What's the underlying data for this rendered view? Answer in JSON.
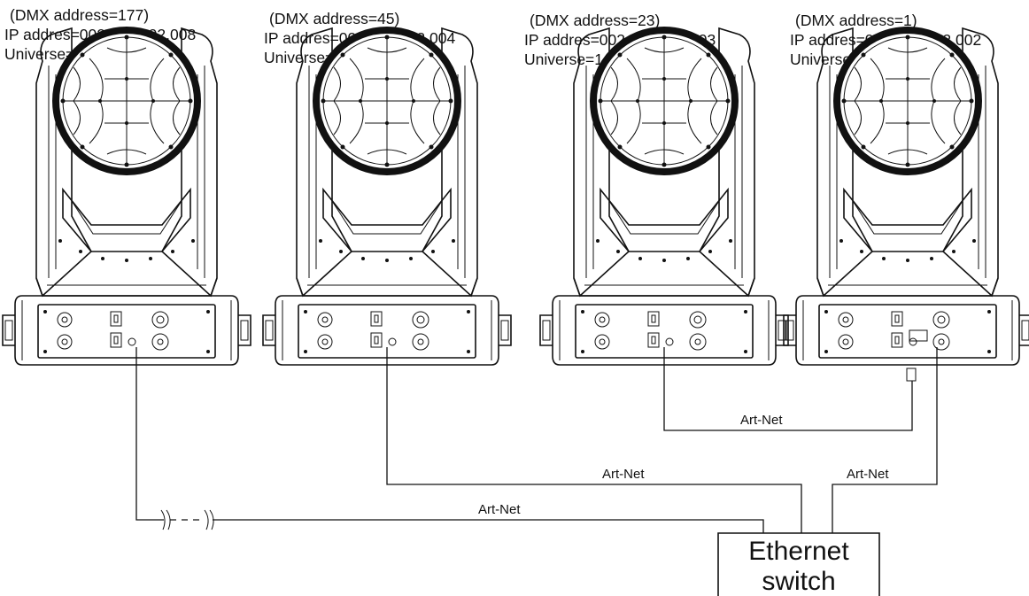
{
  "fixtures": [
    {
      "dmx": "(DMX address=177)",
      "ip": "IP addres=002.168.002.008",
      "universe": "Universe=1"
    },
    {
      "dmx": "(DMX address=45)",
      "ip": "IP addres=002.168.002.004",
      "universe": "Universe=1"
    },
    {
      "dmx": "(DMX address=23)",
      "ip": "IP addres=002.168.002.003",
      "universe": "Universe=1"
    },
    {
      "dmx": "(DMX address=1)",
      "ip": "IP addres=002.168.002.002",
      "universe": "Universe=1"
    }
  ],
  "cables": {
    "fixture1": "Art-Net",
    "fixture2": "Art-Net",
    "fixture3_to_4": "Art-Net",
    "fixture4": "Art-Net"
  },
  "switch": {
    "line1": "Ethernet",
    "line2": "switch"
  }
}
